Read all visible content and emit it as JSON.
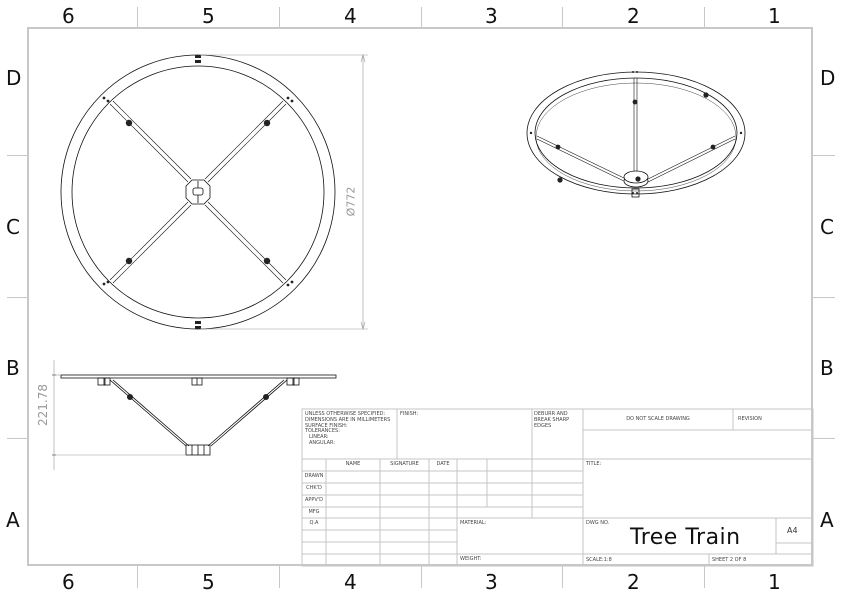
{
  "sheet": {
    "zones_top": [
      "6",
      "5",
      "4",
      "3",
      "2",
      "1"
    ],
    "zones_bottom": [
      "6",
      "5",
      "4",
      "3",
      "2",
      "1"
    ],
    "zones_left": [
      "D",
      "C",
      "B",
      "A"
    ],
    "zones_right": [
      "D",
      "C",
      "B",
      "A"
    ]
  },
  "dimensions": {
    "diameter": "Ø772",
    "height": "221.78"
  },
  "views": {
    "top_view": "top-view-ring-with-four-spokes",
    "isometric_view": "isometric-ring-three-spokes",
    "side_view": "side-view-conical-frame"
  },
  "title_block": {
    "tolerances": {
      "line1": "UNLESS OTHERWISE SPECIFIED:",
      "line2": "DIMENSIONS ARE IN MILLIMETERS",
      "line3": "SURFACE FINISH:",
      "line4": "TOLERANCES:",
      "line5": "LINEAR:",
      "line6": "ANGULAR:"
    },
    "finish_label": "FINISH:",
    "deburr": {
      "line1": "DEBURR AND",
      "line2": "BREAK SHARP",
      "line3": "EDGES"
    },
    "do_not_scale": "DO NOT SCALE DRAWING",
    "revision_label": "REVISION",
    "headers": {
      "name": "NAME",
      "signature": "SIGNATURE",
      "date": "DATE"
    },
    "rows": [
      "DRAWN",
      "CHK'D",
      "APPV'D",
      "MFG",
      "Q.A"
    ],
    "title_label": "TITLE:",
    "material_label": "MATERIAL:",
    "weight_label": "WEIGHT:",
    "dwg_no_label": "DWG NO.",
    "dwg_no": "Tree Train",
    "size": "A4",
    "scale": "SCALE:1:8",
    "sheet": "SHEET 2 OF 8"
  }
}
